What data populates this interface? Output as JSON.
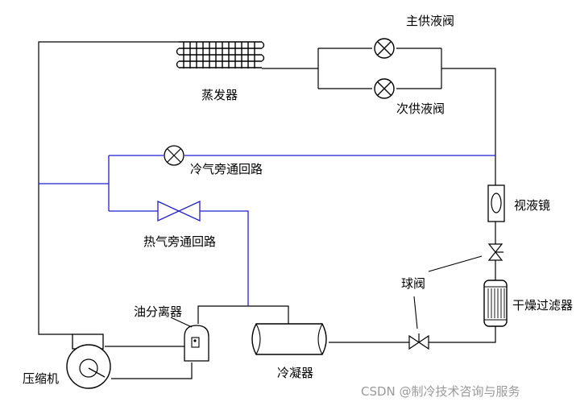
{
  "labels": {
    "main_liquid_valve": "主供液阀",
    "evaporator": "蒸发器",
    "secondary_liquid_valve": "次供液阀",
    "cold_gas_bypass": "冷气旁通回路",
    "sight_glass": "视液镜",
    "hot_gas_bypass": "热气旁通回路",
    "ball_valve": "球阀",
    "oil_separator": "油分离器",
    "dryer_filter": "干燥过滤器",
    "compressor": "压缩机",
    "condenser": "冷凝器"
  },
  "watermark": "CSDN @制冷技术咨询与服务",
  "colors": {
    "pipe": "#000000",
    "bypass_line": "#1f1fd0"
  }
}
